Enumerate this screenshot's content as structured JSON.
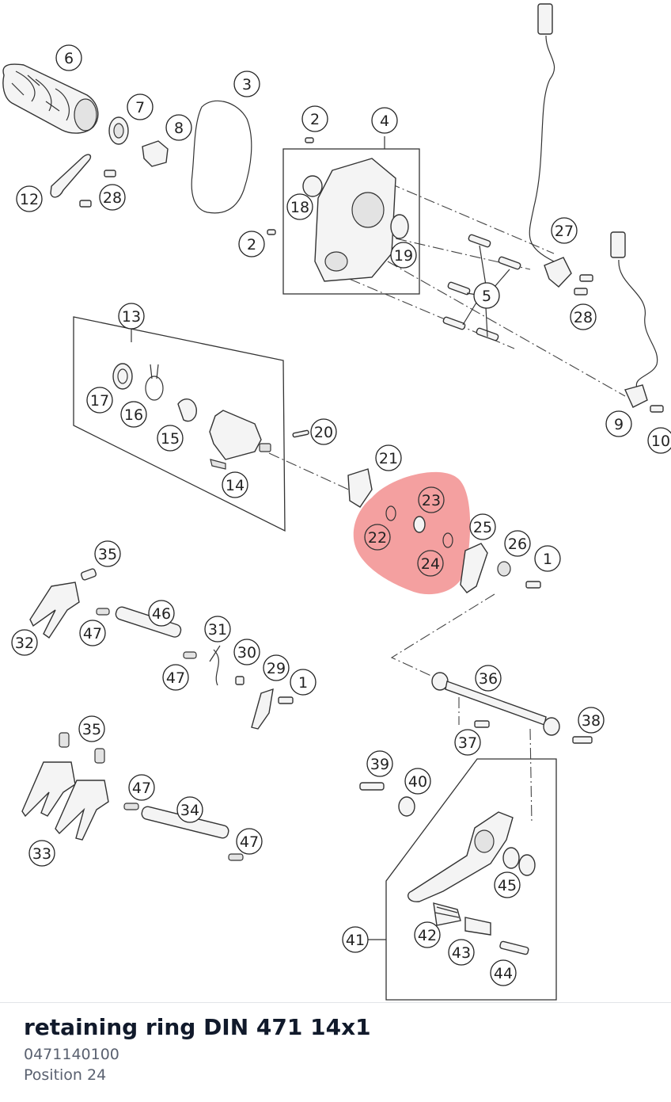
{
  "highlight_color": "#f28b8b",
  "diagram": {
    "callouts": [
      "1",
      "1",
      "2",
      "2",
      "3",
      "4",
      "5",
      "6",
      "7",
      "8",
      "9",
      "10",
      "12",
      "13",
      "14",
      "15",
      "16",
      "17",
      "18",
      "19",
      "20",
      "21",
      "22",
      "23",
      "24",
      "25",
      "26",
      "27",
      "28",
      "28",
      "29",
      "30",
      "31",
      "32",
      "33",
      "34",
      "35",
      "35",
      "36",
      "37",
      "38",
      "39",
      "40",
      "41",
      "42",
      "43",
      "44",
      "45",
      "46",
      "47",
      "47",
      "47",
      "47"
    ],
    "highlighted": [
      "22",
      "23",
      "24"
    ]
  },
  "footer": {
    "part_name": "retaining ring DIN 471 14x1",
    "part_number": "0471140100",
    "position": "Position 24"
  }
}
